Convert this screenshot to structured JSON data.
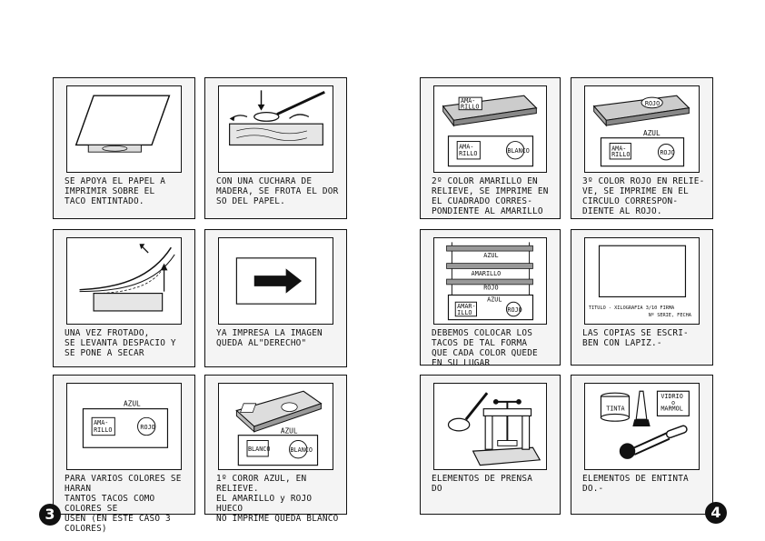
{
  "left_page": {
    "number": "3",
    "panels": [
      {
        "caption": "SE APOYA EL PAPEL A\nIMPRIMIR SOBRE EL\nTACO ENTINTADO."
      },
      {
        "caption": "CON UNA CUCHARA DE\nMADERA, SE FROTA EL DOR\nSO DEL PAPEL."
      },
      {
        "caption": "UNA VEZ FROTADO,\nSE LEVANTA DESPACIO Y\nSE PONE A SECAR"
      },
      {
        "caption": "YA IMPRESA LA IMAGEN\nQUEDA AL\"DERECHO\""
      },
      {
        "caption": "PARA VARIOS COLORES SE HARAN\nTANTOS TACOS COMO COLORES SE\nUSEN (EN ESTE CASO 3 COLORES)",
        "labels": {
          "azul": "AZUL",
          "amarillo": "AMA-\nRILLO",
          "rojo": "ROJO"
        }
      },
      {
        "caption": "1º COROR AZUL, EN RELIEVE.\nEL AMARILLO y ROJO HUECO\nNO IMPRIME QUEDA BLANCO",
        "labels": {
          "azul": "AZUL",
          "blanco1": "BLANCO",
          "blanco2": "BLANCO"
        }
      }
    ]
  },
  "right_page": {
    "number": "4",
    "panels": [
      {
        "caption": "2º COLOR AMARILLO EN\nRELIEVE, SE IMPRIME EN\nEL CUADRADO CORRES-\nPONDIENTE AL AMARILLO",
        "labels": {
          "amarillo_block": "AMA-\nRILLO",
          "amarillo": "AMA-\nRILLO",
          "blanco": "BLANCO"
        }
      },
      {
        "caption": "3º COLOR ROJO EN RELIE-\nVE, SE IMPRIME EN EL\nCIRCULO CORRESPON-\nDIENTE AL ROJO.",
        "labels": {
          "rojo_block": "ROJO",
          "azul": "AZUL",
          "amarillo": "AMA-\nRILLO",
          "rojo": "ROJO"
        }
      },
      {
        "caption": "DEBEMOS COLOCAR LOS\nTACOS DE TAL FORMA\nQUE CADA COLOR QUEDE EN SU LUGAR",
        "labels": {
          "azul_top": "AZUL",
          "amarillo": "AMARILLO",
          "rojo_mid": "ROJO",
          "azul": "AZUL",
          "amarillo_sm": "AMAR-\nILLO",
          "rojo": "ROJO"
        }
      },
      {
        "caption": "LAS COPIAS SE ESCRI-\nBEN CON LAPIZ.-",
        "labels": {
          "line1": "TITULO - XILOGRAFIA 3/10 FIRMA",
          "line2": "Nº SERIE, FECHA"
        }
      },
      {
        "caption": "ELEMENTOS DE PRENSA\nDO"
      },
      {
        "caption": "ELEMENTOS DE ENTINTA\nDO.-",
        "labels": {
          "tinta": "TINTA",
          "vidrio": "VIDRIO\no\nMARMOL"
        }
      }
    ]
  },
  "colors": {
    "ink": "#111111",
    "panel_bg": "#f4f4f4",
    "paper": "#ffffff"
  }
}
